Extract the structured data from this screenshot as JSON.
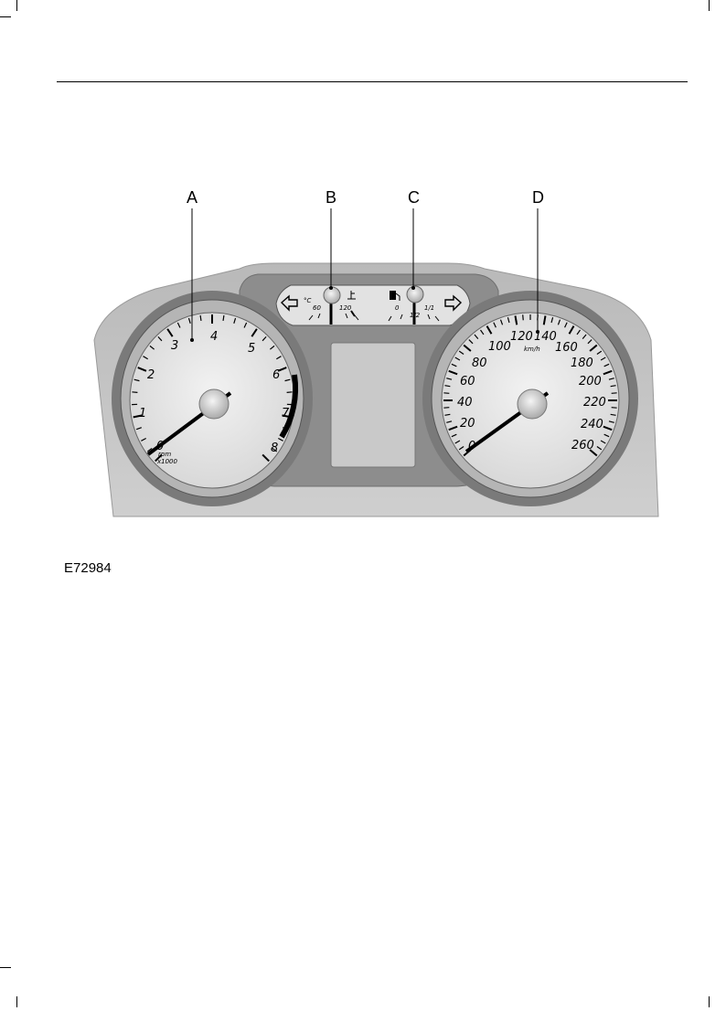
{
  "figure": {
    "code": "E72984",
    "callouts": [
      "A",
      "B",
      "C",
      "D"
    ]
  },
  "tachometer": {
    "labels": [
      "0",
      "1",
      "2",
      "3",
      "4",
      "5",
      "6",
      "7",
      "8"
    ],
    "unit_line1": "rpm",
    "unit_line2": "x1000"
  },
  "temperature_gauge": {
    "unit": "°C",
    "labels": [
      "60",
      "120"
    ],
    "icon": "coolant-temperature-icon"
  },
  "fuel_gauge": {
    "labels": [
      "0",
      "1/2",
      "1/1"
    ],
    "icon": "fuel-pump-icon"
  },
  "speedometer": {
    "labels": [
      "0",
      "20",
      "40",
      "60",
      "80",
      "100",
      "120",
      "140",
      "160",
      "180",
      "200",
      "220",
      "240",
      "260"
    ],
    "unit": "km/h"
  },
  "indicators": [
    "left-turn-arrow-icon",
    "right-turn-arrow-icon"
  ]
}
